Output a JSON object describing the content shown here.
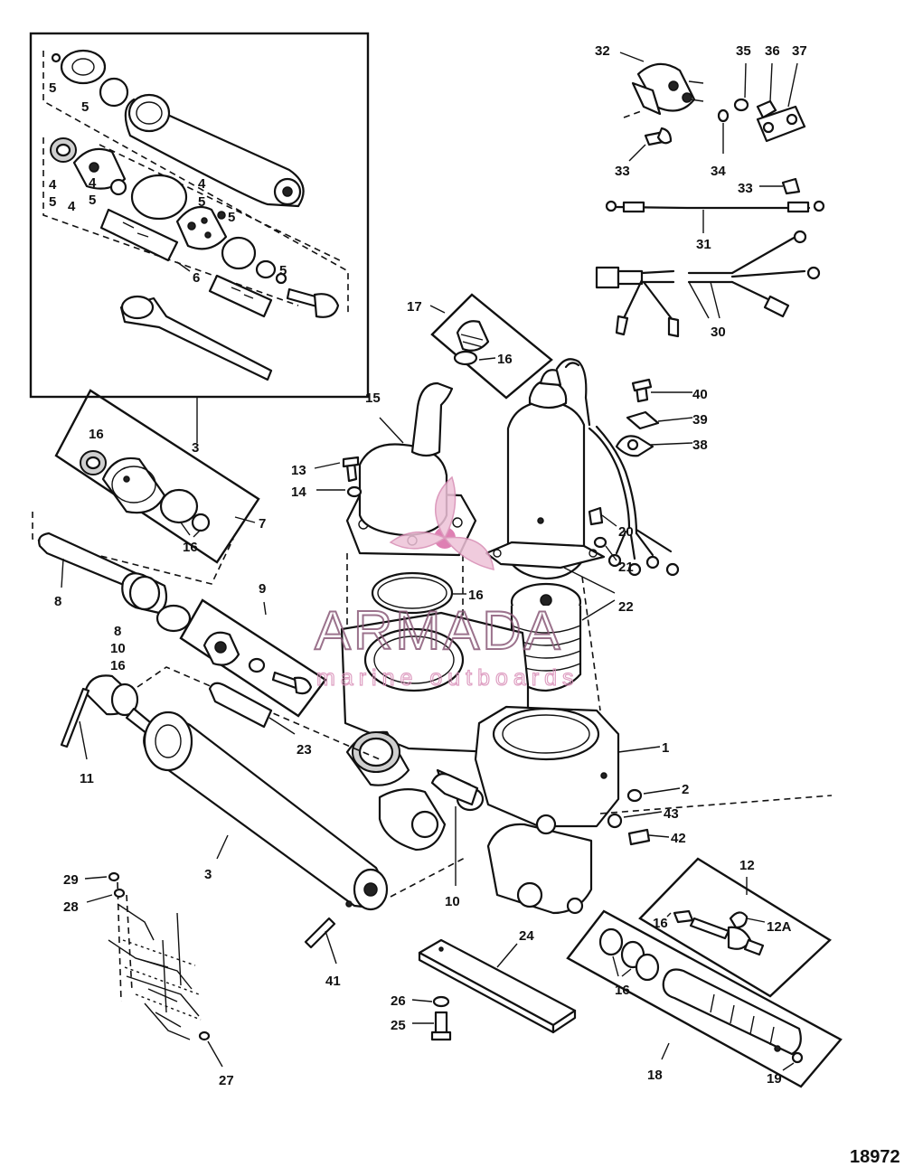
{
  "diagram": {
    "figure_number": "18972",
    "callouts": [
      "1",
      "2",
      "3",
      "3",
      "4",
      "4",
      "4",
      "5",
      "5",
      "5",
      "5",
      "5",
      "5",
      "6",
      "7",
      "8",
      "8",
      "9",
      "10",
      "10",
      "11",
      "12",
      "12A",
      "13",
      "14",
      "15",
      "16",
      "16",
      "16",
      "16",
      "16",
      "16",
      "16",
      "17",
      "18",
      "19",
      "20",
      "21",
      "22",
      "23",
      "24",
      "25",
      "26",
      "27",
      "28",
      "29",
      "30",
      "31",
      "32",
      "33",
      "33",
      "34",
      "35",
      "36",
      "37",
      "38",
      "39",
      "40",
      "41",
      "42",
      "43"
    ]
  },
  "watermark": {
    "brand": "ARMADA",
    "tagline": "marine outboards",
    "colors": {
      "logo": "#e9a9c9",
      "text": "#8a5a78"
    }
  }
}
